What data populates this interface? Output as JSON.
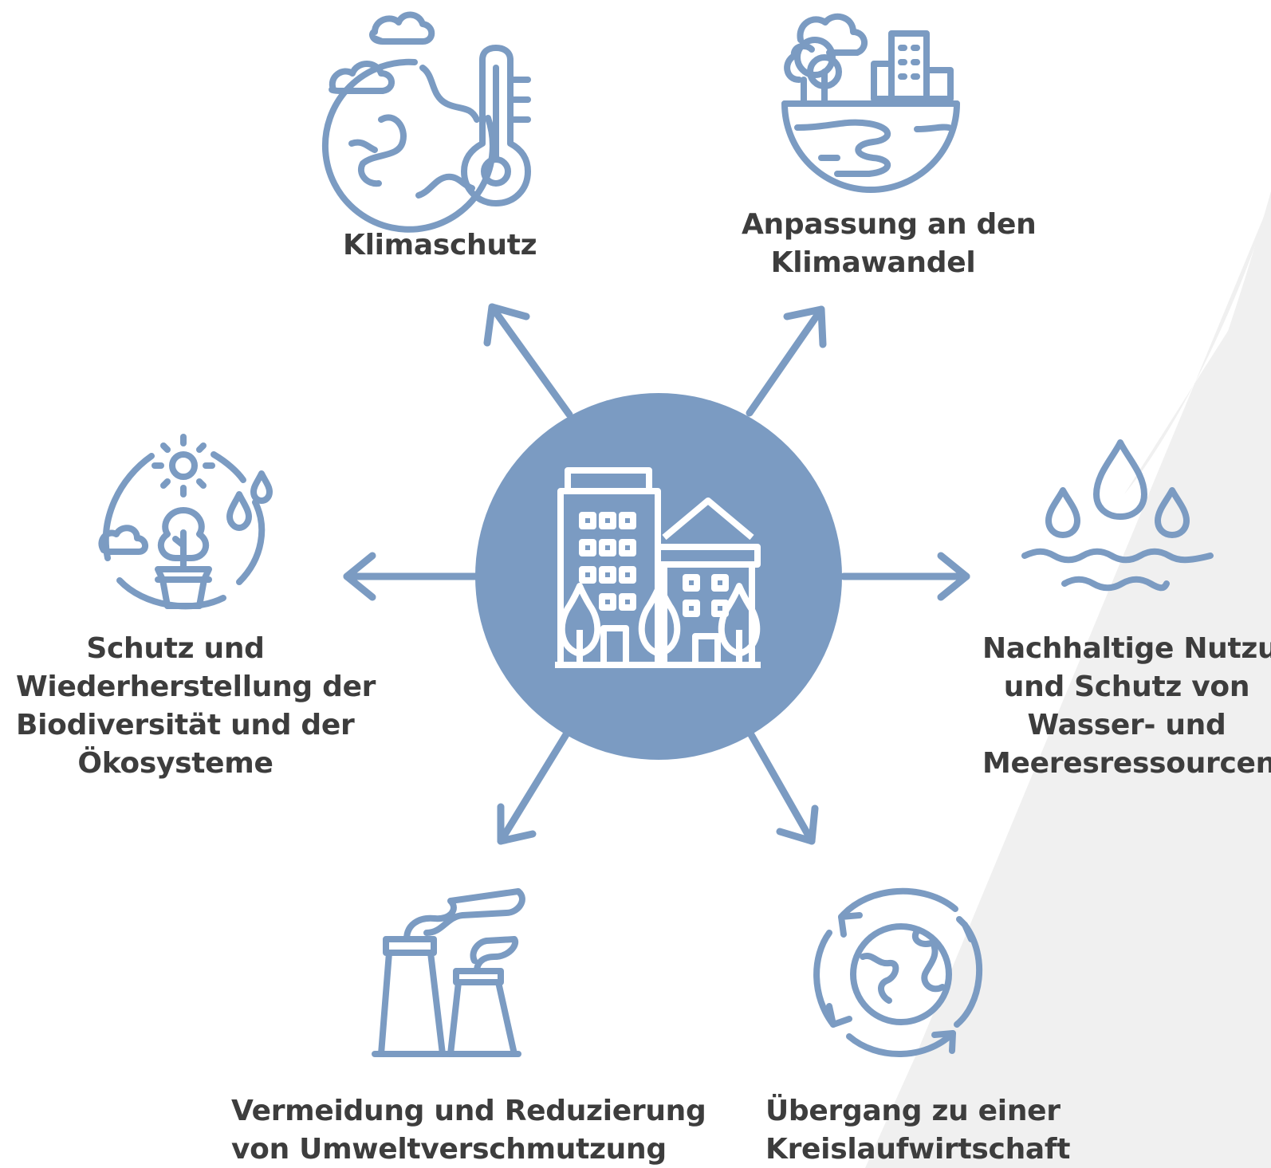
{
  "colors": {
    "accent": "#7b9bc2",
    "text": "#3d3d3d",
    "background": "#ffffff",
    "watermark": "#f0f0f0"
  },
  "center": {
    "icon": "city-buildings-icon"
  },
  "objectives": {
    "climate_protection": {
      "icon": "earth-thermometer-icon",
      "lines": [
        "Klimaschutz"
      ]
    },
    "climate_adaptation": {
      "icon": "city-landscape-icon",
      "lines": [
        "Anpassung an den",
        "Klimawandel"
      ]
    },
    "water": {
      "icon": "water-drops-icon",
      "lines": [
        "Nachhaltige Nutzung",
        "und Schutz von",
        "Wasser- und",
        "Meeresressourcen"
      ]
    },
    "circular_economy": {
      "icon": "recycling-earth-icon",
      "lines": [
        "Übergang zu einer",
        "Kreislaufwirtschaft"
      ]
    },
    "pollution": {
      "icon": "factory-chimneys-icon",
      "lines": [
        "Vermeidung und Reduzierung",
        "von Umweltverschmutzung"
      ]
    },
    "biodiversity": {
      "icon": "plant-ecosystem-icon",
      "lines": [
        "Schutz und",
        "Wiederherstellung der",
        "Biodiversität und der",
        "Ökosysteme"
      ]
    }
  }
}
